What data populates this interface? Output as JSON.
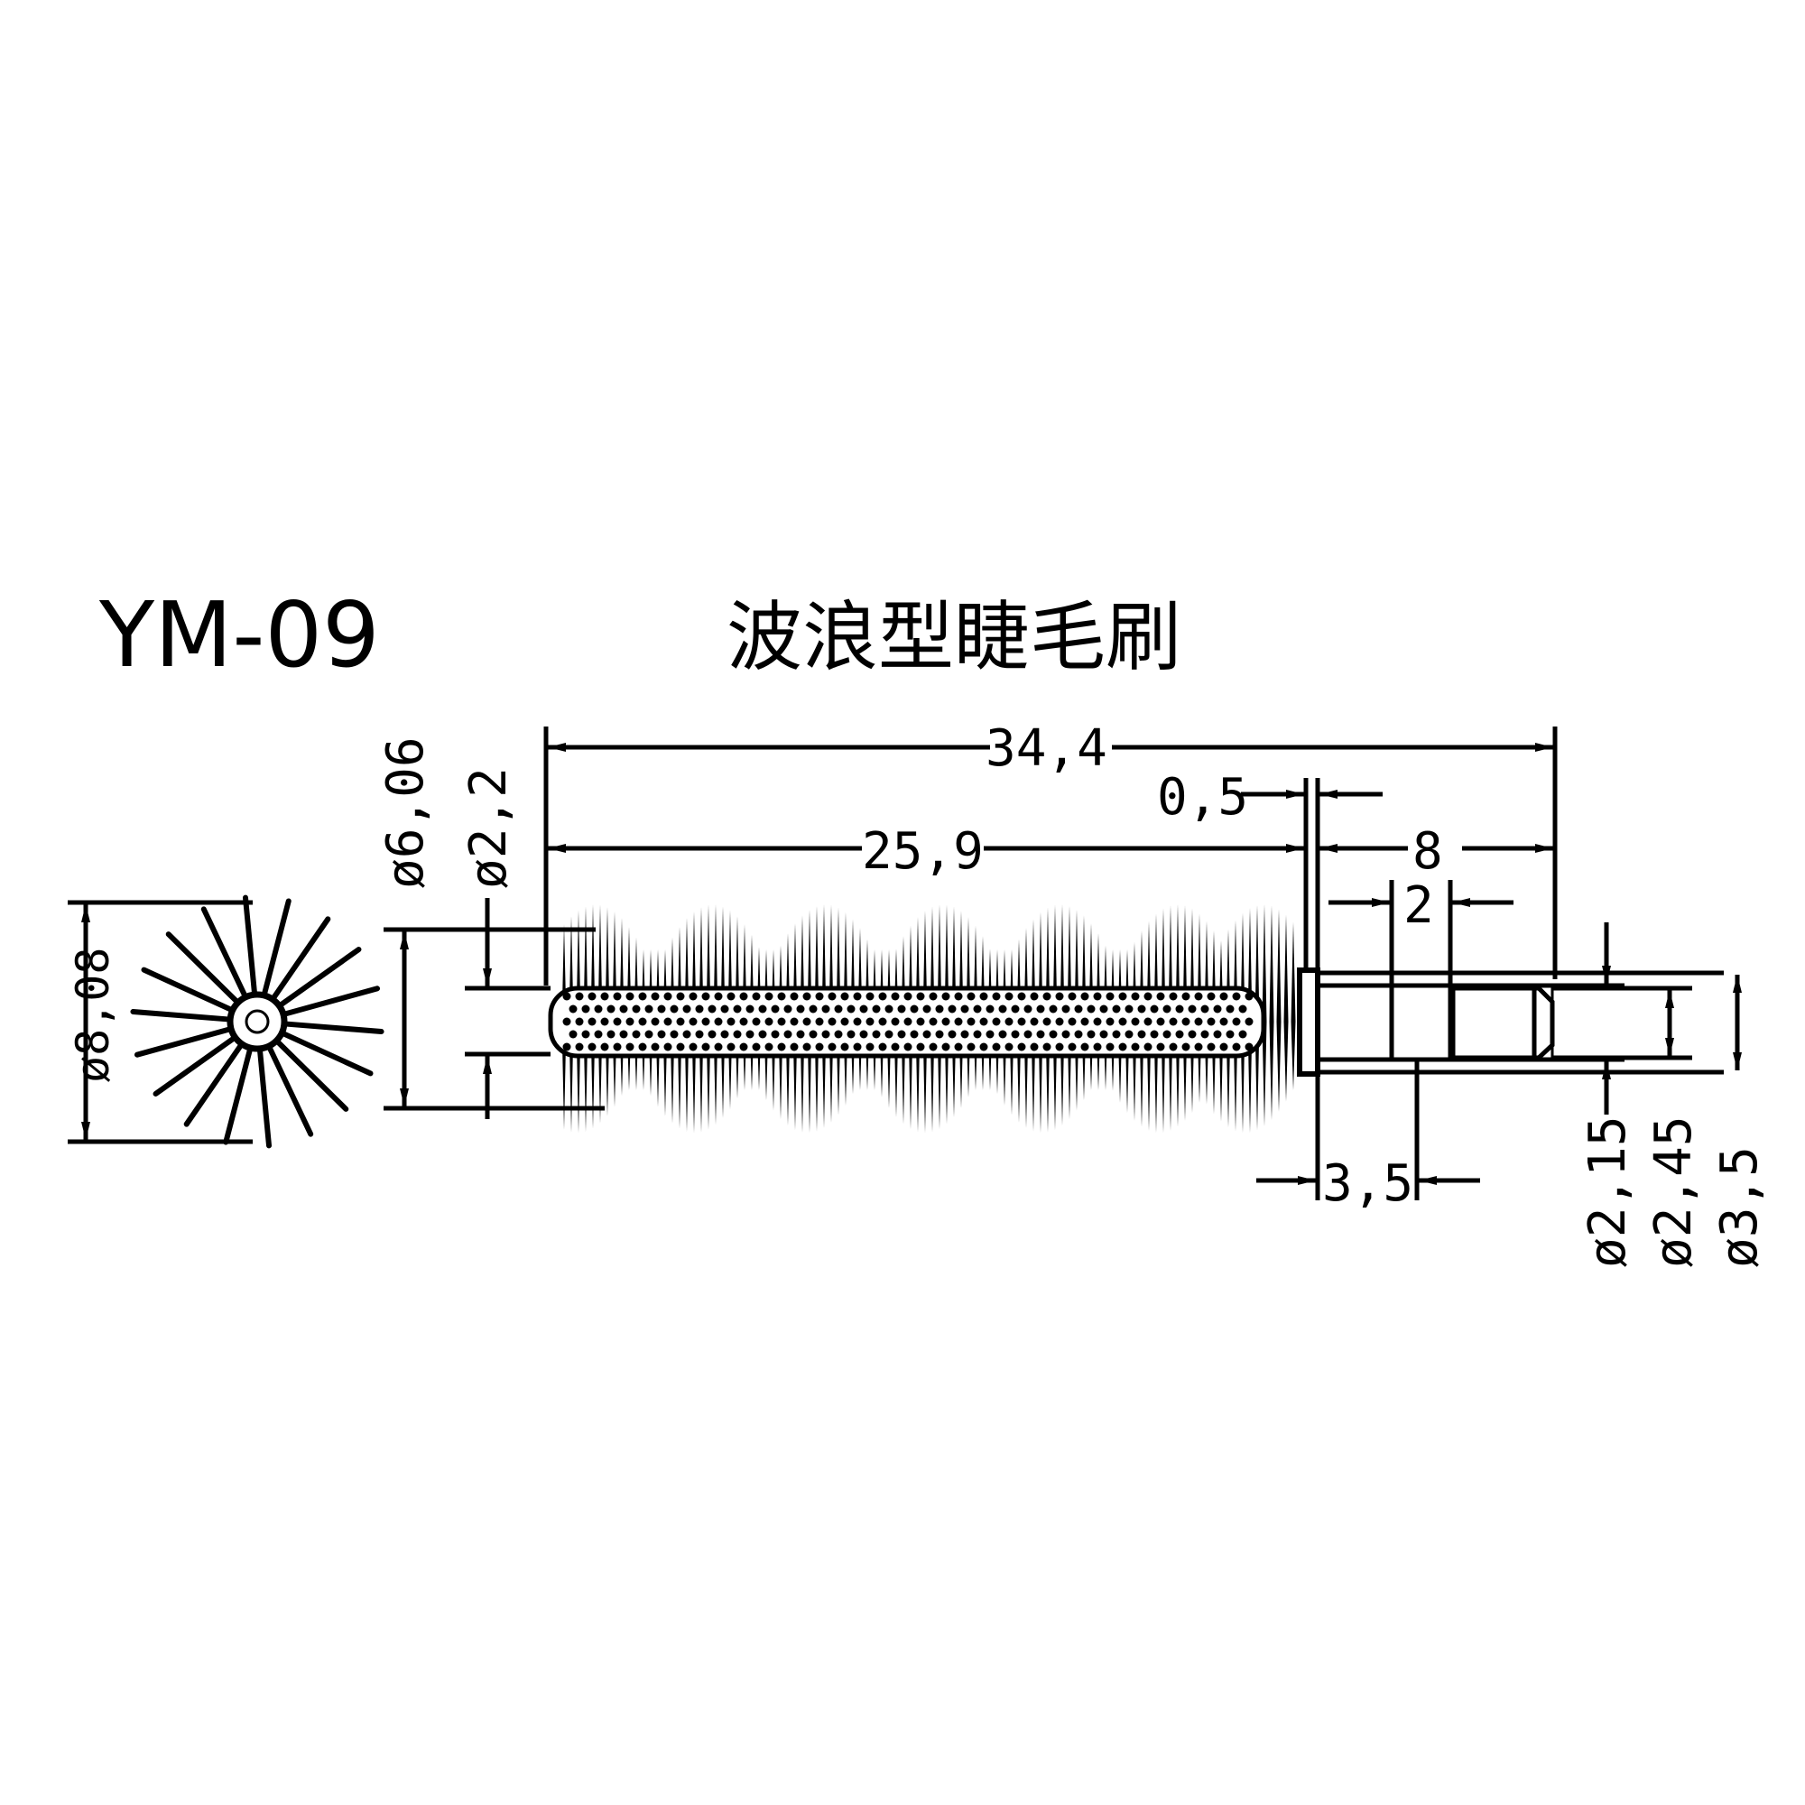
{
  "title": {
    "model": "YM-09",
    "name": "波浪型睫毛刷"
  },
  "dimensions": {
    "overall_length": "34,4",
    "brush_length": "25,9",
    "flange_thickness": "0,5",
    "stem_length": "8",
    "groove_width": "2",
    "stem_offset": "3,5",
    "head_diameter": "ø8,08",
    "bristle_diameter": "ø6,06",
    "core_diameter": "ø2,2",
    "stem_d1": "ø2,15",
    "stem_d2": "ø2,45",
    "stem_d3": "ø3,5"
  },
  "colors": {
    "ink": "#000000",
    "paper": "#ffffff"
  }
}
